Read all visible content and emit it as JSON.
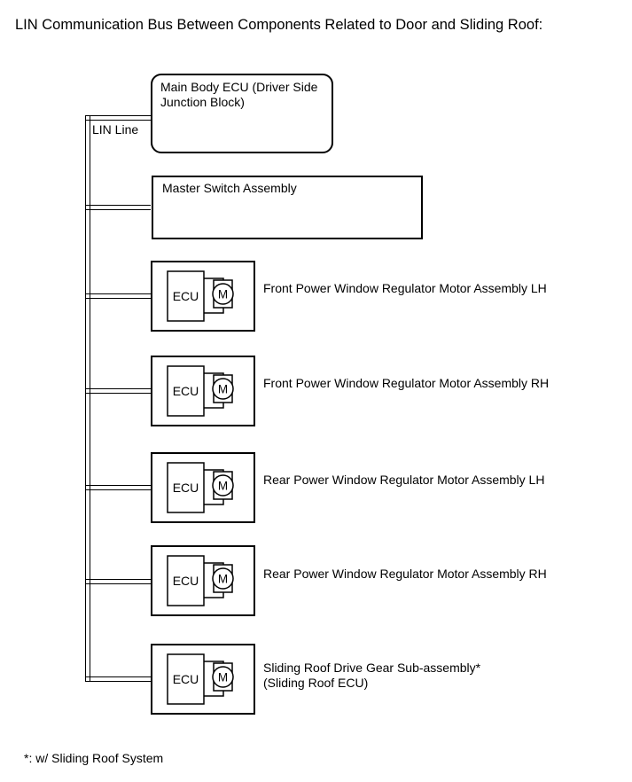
{
  "title": "LIN Communication Bus Between Components Related to Door and Sliding Roof:",
  "bus_label": "LIN Line",
  "nodes": {
    "main_body_ecu": {
      "label": "Main Body ECU (Driver Side Junction Block)"
    },
    "master_switch": {
      "label": "Master Switch Assembly"
    }
  },
  "motor_rows": [
    {
      "ecu_label": "ECU",
      "motor_label": "M",
      "label": "Front Power Window Regulator Motor Assembly LH"
    },
    {
      "ecu_label": "ECU",
      "motor_label": "M",
      "label": "Front Power Window Regulator Motor Assembly RH"
    },
    {
      "ecu_label": "ECU",
      "motor_label": "M",
      "label": "Rear Power Window Regulator Motor Assembly LH"
    },
    {
      "ecu_label": "ECU",
      "motor_label": "M",
      "label": "Rear Power Window Regulator Motor Assembly RH"
    },
    {
      "ecu_label": "ECU",
      "motor_label": "M",
      "label": "Sliding Roof Drive Gear Sub-assembly*\n(Sliding Roof ECU)"
    }
  ],
  "footnote": "*: w/ Sliding Roof System",
  "colors": {
    "line": "#000000",
    "background": "#ffffff",
    "text": "#000000"
  }
}
